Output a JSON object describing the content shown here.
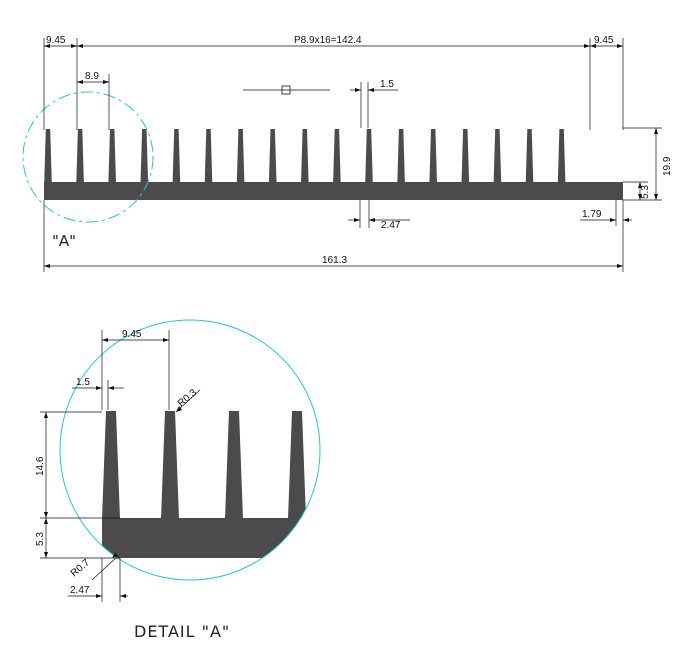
{
  "main_view": {
    "dims": {
      "left_margin": "9.45",
      "pitch_total": "P8.9x16=142.4",
      "right_margin": "9.45",
      "fin_pitch": "8.9",
      "fin_tip": "1.5",
      "overall_height": "19.9",
      "base_thickness": "5.3",
      "fin_root": "2.47",
      "edge_offset": "1.79",
      "overall_width": "161.3"
    },
    "detail_marker": "\"A\""
  },
  "detail_view": {
    "dims": {
      "margin": "9.45",
      "fin_tip": "1.5",
      "tip_radius": "R0.3",
      "fin_height": "14.6",
      "base_thickness": "5.3",
      "root_radius": "R0.7",
      "fin_root": "2.47"
    },
    "title": "DETAIL \"A\""
  },
  "colors": {
    "profile": "#4b4b4b",
    "detail_circle": "#27c6d6",
    "lines": "#111111"
  }
}
